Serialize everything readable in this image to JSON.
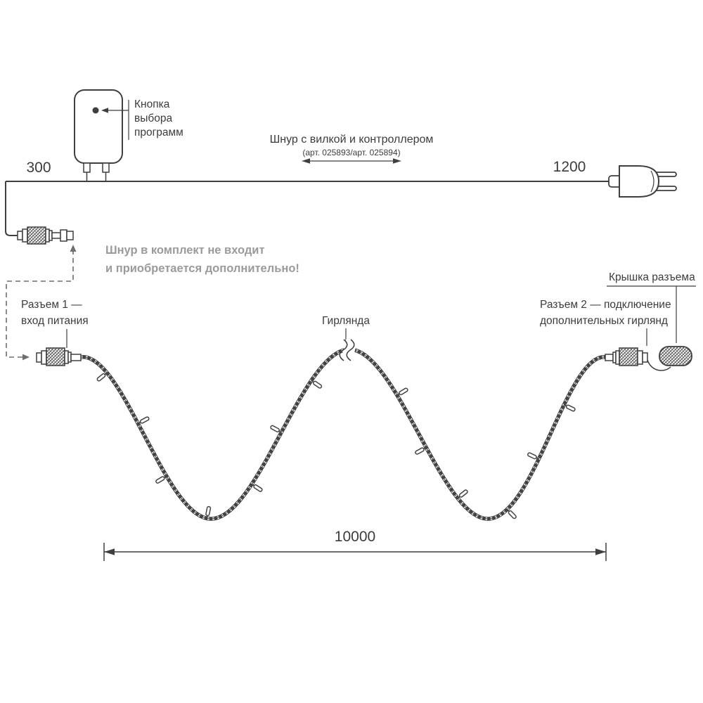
{
  "colors": {
    "line": "#3f3f3f",
    "text": "#3c3c3c",
    "note_text": "#9b9b9b",
    "dashed_line": "#6e6e6e"
  },
  "dimensions": {
    "cord_left": "300",
    "cord_right": "1200",
    "garland": "10000"
  },
  "labels": {
    "program_button": [
      "Кнопка",
      "выбора",
      "программ"
    ],
    "cord_title": "Шнур с вилкой и контроллером",
    "cord_article": "(арт. 025893/арт. 025894)",
    "note": [
      "Шнур в комплект не входит",
      "и приобретается дополнительно!"
    ],
    "connector1": [
      "Разъем 1 —",
      "вход питания"
    ],
    "garland": "Гирлянда",
    "connector2": [
      "Разъем 2 — подключение",
      "дополнительных гирлянд"
    ],
    "cap": "Крышка разъема"
  }
}
